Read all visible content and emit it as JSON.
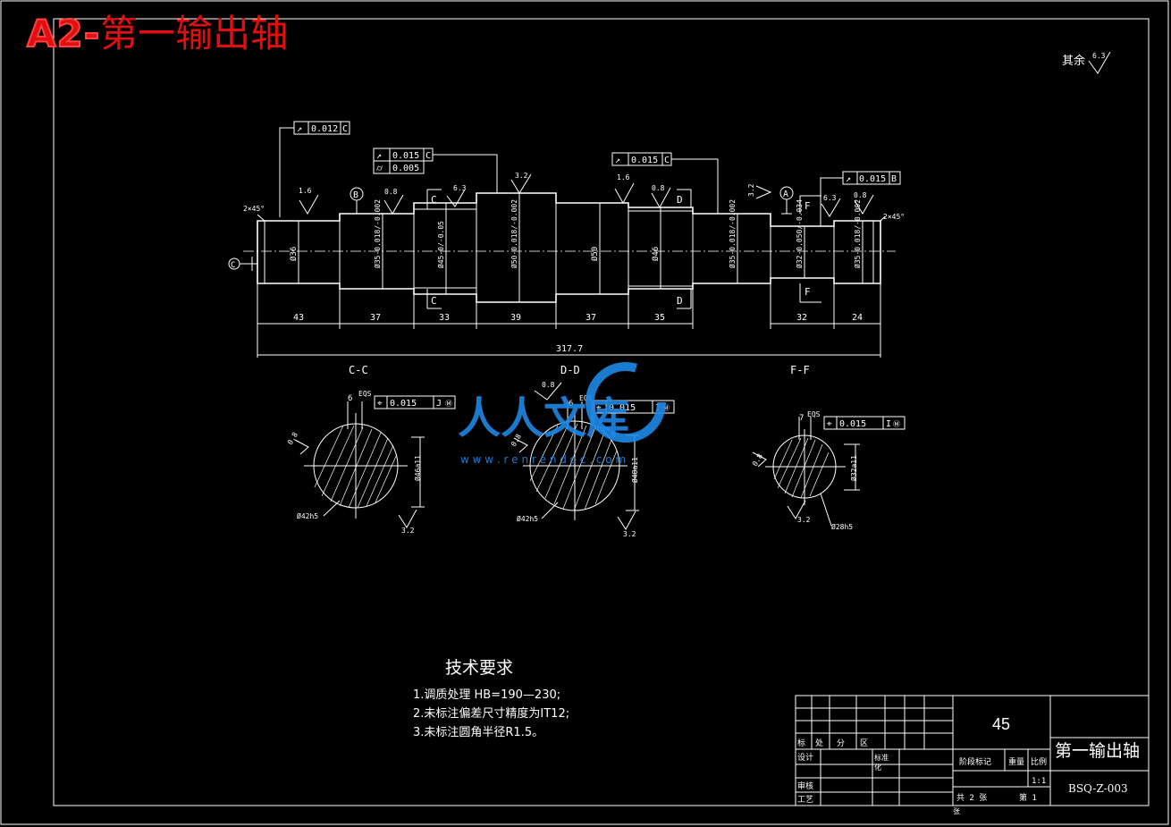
{
  "header": {
    "code": "A2-",
    "title": "第一输出轴"
  },
  "roughness_other": {
    "label": "其余",
    "value": "6.3"
  },
  "tolerances": {
    "t1": {
      "symbol": "↗",
      "value": "0.012",
      "datum": "C"
    },
    "t2a": {
      "symbol": "↗",
      "value": "0.015",
      "datum": "C"
    },
    "t2b": {
      "symbol": "⌭",
      "value": "0.005"
    },
    "t3": {
      "symbol": "↗",
      "value": "0.015",
      "datum": "C"
    },
    "t4": {
      "symbol": "↗",
      "value": "0.015",
      "datum": "B"
    }
  },
  "roughness_marks": [
    "1.6",
    "0.8",
    "6.3",
    "3.2",
    "1.6",
    "0.8",
    "3.2",
    "6.3",
    "0.8"
  ],
  "datums": {
    "B": "B",
    "A": "A",
    "C_ref": "C"
  },
  "section_letters": {
    "c": "C",
    "d": "D",
    "f": "F"
  },
  "chamfers": {
    "left": "2×45°",
    "right": "2×45°"
  },
  "diameters": [
    "Ø36",
    "Ø35-0.018/-0.002",
    "Ø45-0/-0.05",
    "Ø50-0.018/-0.002",
    "Ø50",
    "Ø46",
    "Ø35-0.018/-0.002",
    "Ø32-0.050/-0.034",
    "Ø35-0.018/-0.002"
  ],
  "lengths": [
    "43",
    "37",
    "33",
    "39",
    "37",
    "35",
    "32",
    "24"
  ],
  "total_length": "317.7",
  "sections": [
    {
      "title": "C-C",
      "eqs": "EQS",
      "ftol": "0.015",
      "fdatum": "J",
      "dim_a": "6",
      "rough_side": "0.8",
      "minor": "Ø42h5",
      "major": "Ø46a11",
      "rough_bottom": "3.2"
    },
    {
      "title": "D-D",
      "eqs": "EQS",
      "ftol": "0.015",
      "fdatum": "I",
      "dim_a": "6",
      "rough_top": "0.8",
      "rough_side": "0.8",
      "minor": "Ø42h5",
      "major": "Ø48a11",
      "rough_bottom": "3.2"
    },
    {
      "title": "F-F",
      "eqs": "EQS",
      "ftol": "0.015",
      "fdatum": "I",
      "dim_a": "7",
      "rough_side": "0.8",
      "minor": "Ø28h5",
      "major": "Ø32a11",
      "rough_bottom": "3.2"
    }
  ],
  "tech_req": {
    "title": "技术要求",
    "items": [
      "1.调质处理 HB=190—230;",
      "2.未标注偏差尺寸精度为IT12;",
      "3.未标注圆角半径R1.5。"
    ]
  },
  "title_block": {
    "material": "45",
    "part_name": "第一输出轴",
    "drawing_no": "BSQ-Z-003",
    "scale": "1:1",
    "sheets": "共 2 张",
    "sheet_no": "第 1",
    "sheet_unit": "张",
    "cols": [
      "标",
      "处",
      "分",
      "区"
    ],
    "design": "设计",
    "std": "标准",
    "std2": "化",
    "review": "审核",
    "process": "工艺",
    "stage": "阶段标记",
    "weight": "重量",
    "ratio": "比例"
  },
  "watermark": {
    "text": "人人文库",
    "url": "w w w . r e n r e n d o c . c o m",
    "color": "#1e88e5"
  }
}
